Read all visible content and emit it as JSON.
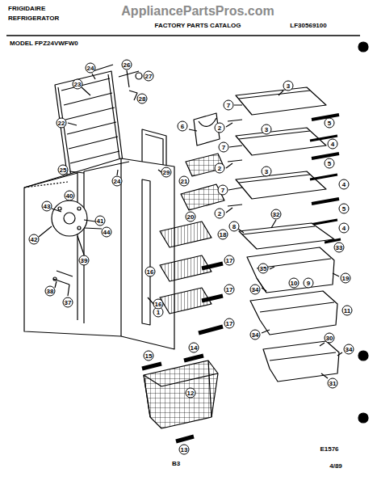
{
  "diagram": {
    "labels": [
      "FRIGIDAIRE",
      "REFRIGERATOR",
      "AppliancePartsPros.com",
      "FACTORY PARTS CATALOG",
      "LF30569100",
      "MODEL FPZ24VWFW0",
      "24",
      "26",
      "27",
      "23",
      "28",
      "22",
      "3",
      "7",
      "2",
      "5",
      "4",
      "7",
      "3",
      "2",
      "5",
      "4",
      "7",
      "3",
      "2",
      "5",
      "4",
      "6",
      "29",
      "25",
      "24",
      "21",
      "20",
      "43",
      "40",
      "41",
      "44",
      "42",
      "39",
      "8",
      "32",
      "33",
      "18",
      "17",
      "35",
      "19",
      "16",
      "34",
      "10",
      "9",
      "38",
      "37",
      "17",
      "1",
      "16",
      "11",
      "17",
      "34",
      "30",
      "34",
      "14",
      "15",
      "12",
      "31",
      "13",
      "E1576",
      "B3",
      "4/89"
    ]
  }
}
